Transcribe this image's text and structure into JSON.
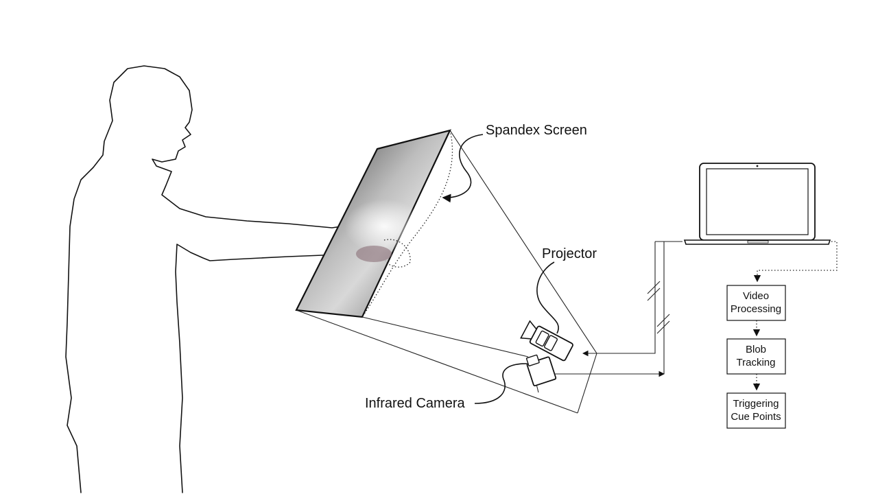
{
  "labels": {
    "spandex_screen": "Spandex Screen",
    "projector": "Projector",
    "infrared_camera": "Infrared Camera"
  },
  "pipeline": [
    {
      "line1": "Video",
      "line2": "Processing"
    },
    {
      "line1": "Blob",
      "line2": "Tracking"
    },
    {
      "line1": "Triggering",
      "line2": "Cue Points"
    }
  ],
  "colors": {
    "line": "#111111",
    "screen_dark": "#3a3a3a",
    "screen_light": "#c9c9c9"
  },
  "icons": [
    "person-silhouette",
    "spandex-screen",
    "projector-icon",
    "infrared-camera-icon",
    "laptop-icon"
  ]
}
